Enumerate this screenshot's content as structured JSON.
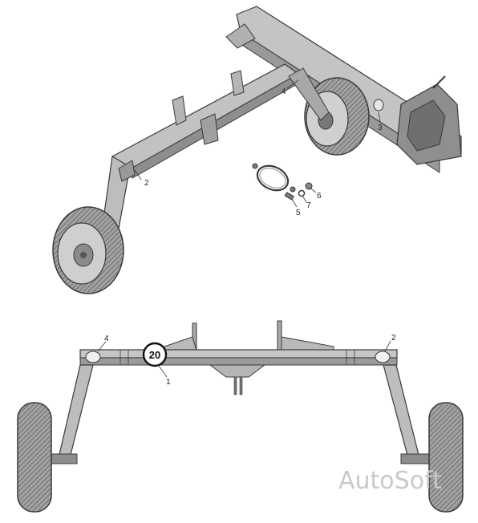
{
  "top_view": {
    "callouts": [
      {
        "id": "callout-2",
        "text": "2"
      },
      {
        "id": "callout-3",
        "text": "3"
      },
      {
        "id": "callout-4",
        "text": "4"
      },
      {
        "id": "callout-5",
        "text": "5"
      },
      {
        "id": "callout-6",
        "text": "6"
      },
      {
        "id": "callout-7",
        "text": "7"
      }
    ]
  },
  "front_view": {
    "badge": "20",
    "callouts": [
      {
        "id": "callout-1",
        "text": "1"
      },
      {
        "id": "callout-2",
        "text": "2"
      },
      {
        "id": "callout-4",
        "text": "4"
      }
    ]
  },
  "watermark": "AutoSoft",
  "colors": {
    "metal": "#bdbdbd",
    "metal_dark": "#8a8a8a",
    "tire": "#9b9b9b",
    "outline": "#3a3a3a"
  }
}
